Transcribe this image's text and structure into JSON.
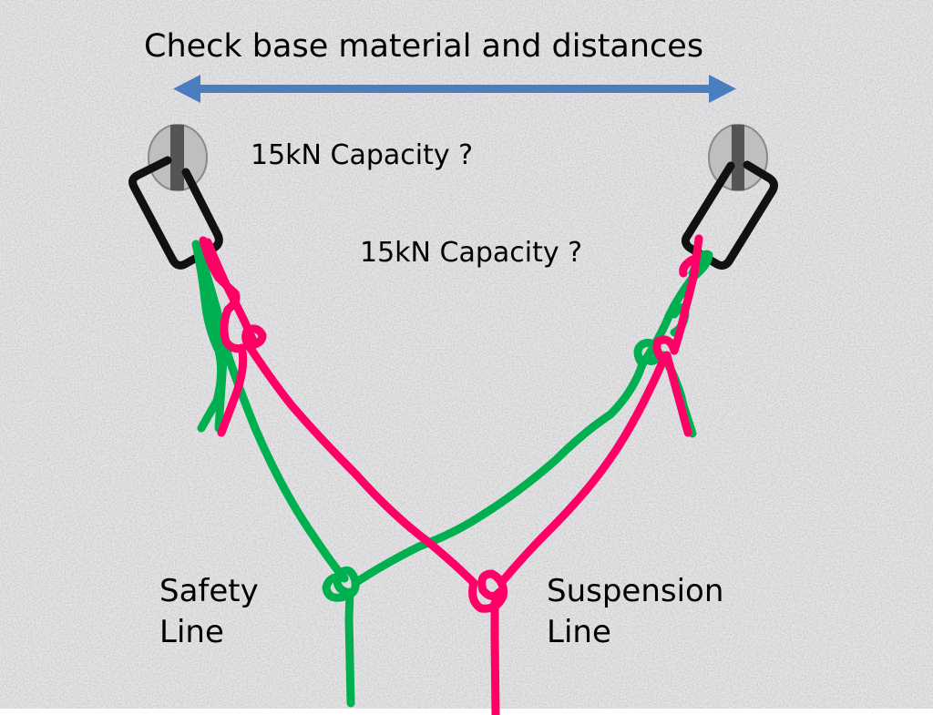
{
  "diagram": {
    "title": "Check base material and distances",
    "anchor_left_label": "15kN Capacity ?",
    "anchor_right_label": "15kN Capacity ?",
    "safety_line_label": [
      "Safety",
      "Line"
    ],
    "suspension_line_label": [
      "Suspension",
      "Line"
    ]
  },
  "colors": {
    "background": "#d9d9dc",
    "arrow": "#4a7ebf",
    "bolt_fill": "#bfbfbf",
    "bolt_stroke": "#8a8a8a",
    "bolt_slot": "#555555",
    "carabiner": "#111111",
    "safety_line": "#00b050",
    "suspension_line": "#ff0066"
  }
}
